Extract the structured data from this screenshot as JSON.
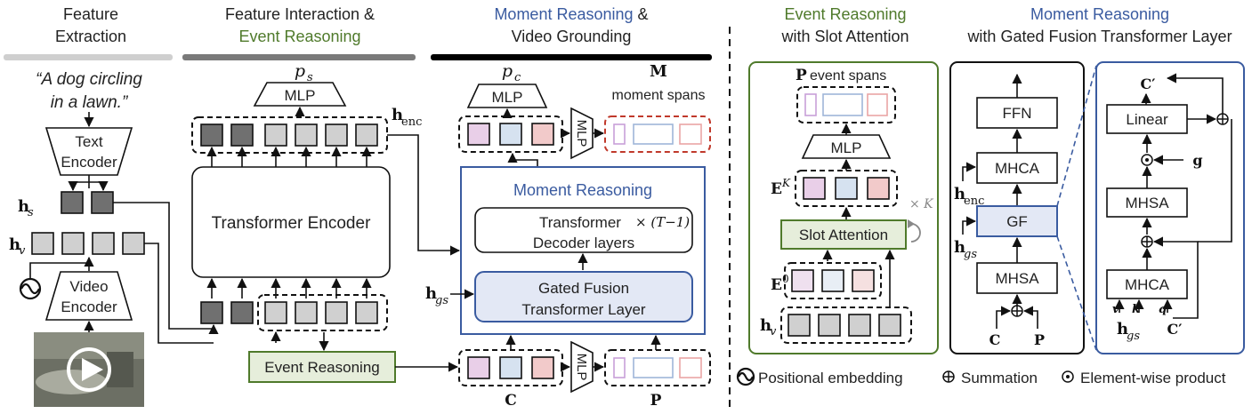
{
  "headers": {
    "feature_extraction": [
      "Feature",
      "Extraction"
    ],
    "feature_interaction": [
      "Feature Interaction &",
      "Event Reasoning"
    ],
    "moment_grounding": [
      "Moment Reasoning",
      " &",
      "Video Grounding"
    ],
    "event_slot": [
      "Event Reasoning",
      "with Slot Attention"
    ],
    "moment_gated": [
      "Moment Reasoning",
      "with Gated Fusion Transformer Layer"
    ]
  },
  "query": [
    "“A dog circling",
    "in a lawn.”"
  ],
  "blocks": {
    "text_encoder": [
      "Text",
      "Encoder"
    ],
    "video_encoder": [
      "Video",
      "Encoder"
    ],
    "transformer_encoder": "Transformer Encoder",
    "mlp": "MLP",
    "moment_reasoning": "Moment Reasoning",
    "transformer_decoder": [
      "Transformer",
      "Decoder layers"
    ],
    "decoder_repeat": "× (T−1)",
    "gated_fusion": [
      "Gated Fusion",
      "Transformer Layer"
    ],
    "event_reasoning": "Event Reasoning",
    "slot_attention": "Slot Attention",
    "slot_repeat": "× K",
    "ffn": "FFN",
    "mhca": "MHCA",
    "gf": "GF",
    "mhsa": "MHSA",
    "linear": "Linear"
  },
  "symbols": {
    "hs": "h",
    "hs_sub": "s",
    "hv": "h",
    "hv_sub": "v",
    "henc": "h",
    "henc_sub": "enc",
    "hgs": "h",
    "hgs_sub": "gs",
    "ps": "p",
    "ps_sub": "s",
    "pc": "p",
    "pc_sub": "c",
    "M": "M",
    "moment_spans": "moment spans",
    "C": "C",
    "P": "P",
    "P_event": "P",
    "event_spans": "event spans",
    "EK": "E",
    "EK_sup": "K",
    "E0": "E",
    "E0_sup": "0",
    "Cprime": "C′",
    "g": "g",
    "v": "v",
    "k": "k",
    "q": "q"
  },
  "legend": {
    "positional": "Positional embedding",
    "summation": "Summation",
    "product": "Element-wise product"
  },
  "colors": {
    "green": "#4f7a2b",
    "blue": "#3a5ba0",
    "dark_token": "#707070",
    "light_token": "#d0d0d0",
    "pink": "#e9cfe8",
    "lightblue": "#d6e2f0",
    "salmon": "#f2caca",
    "red_dash": "#c0392b",
    "gf_fill": "#e3e8f5",
    "er_fill": "#e6eedb"
  }
}
